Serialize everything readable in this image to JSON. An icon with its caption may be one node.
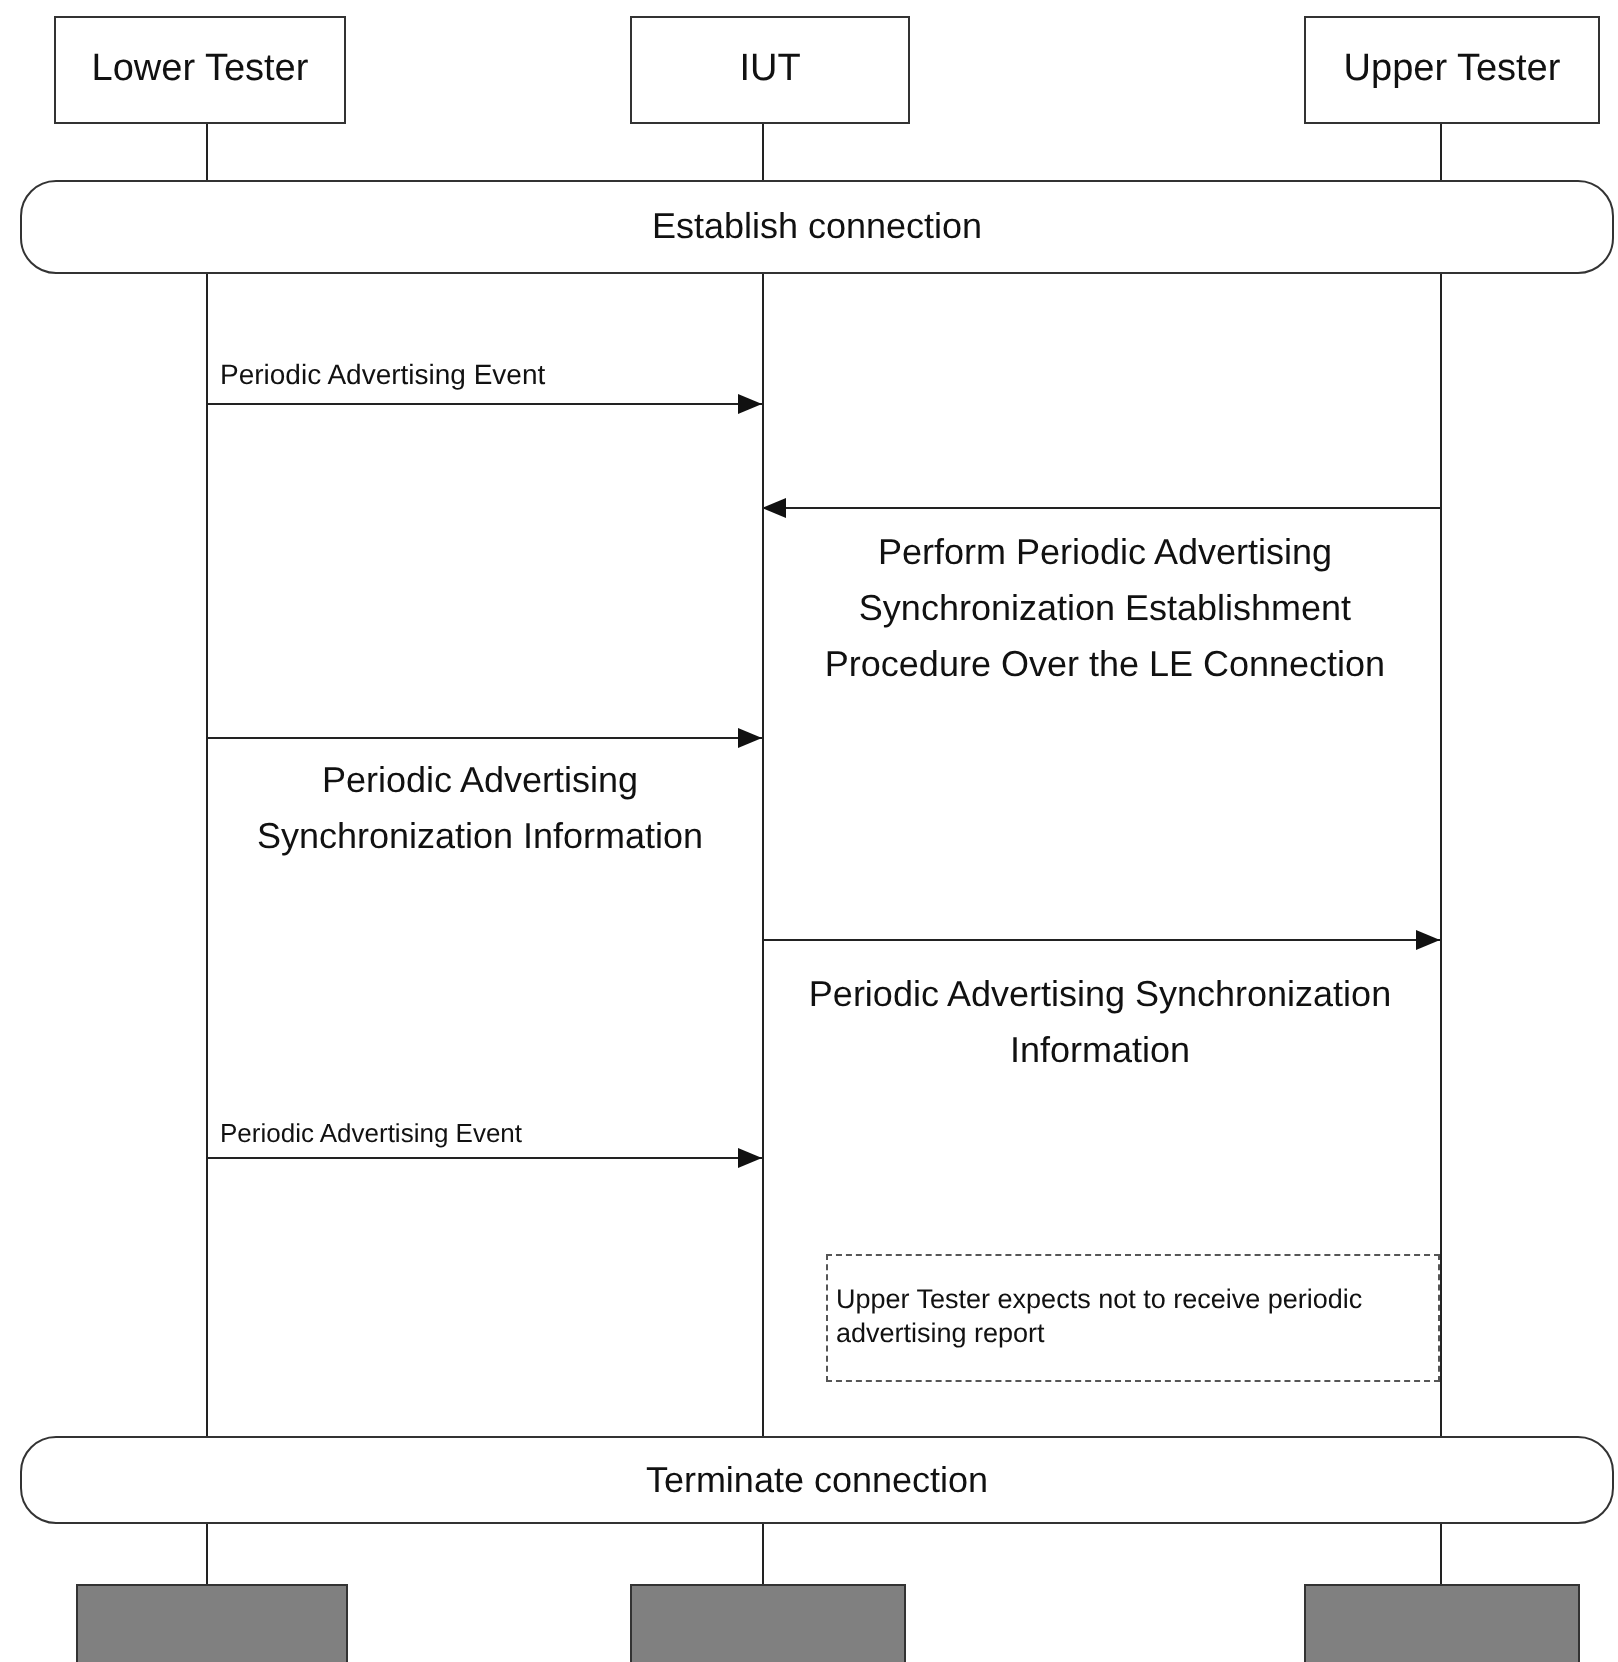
{
  "diagram": {
    "nodes": [
      {
        "text": [
          "Lower Tester"
        ]
      },
      {
        "text": [
          "IUT"
        ]
      },
      {
        "text": [
          "Upper Tester"
        ]
      },
      {
        "text": [
          "Establish connection"
        ]
      },
      {
        "text": [
          "Upper Tester expects not to receive periodic advertising report"
        ]
      },
      {
        "text": [
          "Terminate connection"
        ]
      },
      {
        "text": [],
        "shape": "bar"
      },
      {
        "text": [],
        "shape": "bar"
      },
      {
        "text": [],
        "shape": "bar"
      },
      {
        "text": [],
        "shape": "line"
      },
      {
        "text": [],
        "shape": "line"
      },
      {
        "text": [],
        "shape": "line"
      }
    ],
    "edges": [
      {
        "from": 9,
        "to": 10,
        "arrow": "to",
        "label": "Periodic Advertising Event"
      },
      {
        "from": 11,
        "to": 10,
        "arrow": "to",
        "label": "Perform Periodic Advertising Synchronization Establishment Procedure Over the LE Connection"
      },
      {
        "from": 9,
        "to": 10,
        "arrow": "to",
        "label": "Periodic Advertising Synchronization Information"
      },
      {
        "from": 10,
        "to": 11,
        "arrow": "to",
        "label": "Periodic Advertising Synchronization Information"
      },
      {
        "from": 9,
        "to": 10,
        "arrow": "to",
        "label": "Periodic Advertising Event"
      }
    ]
  }
}
